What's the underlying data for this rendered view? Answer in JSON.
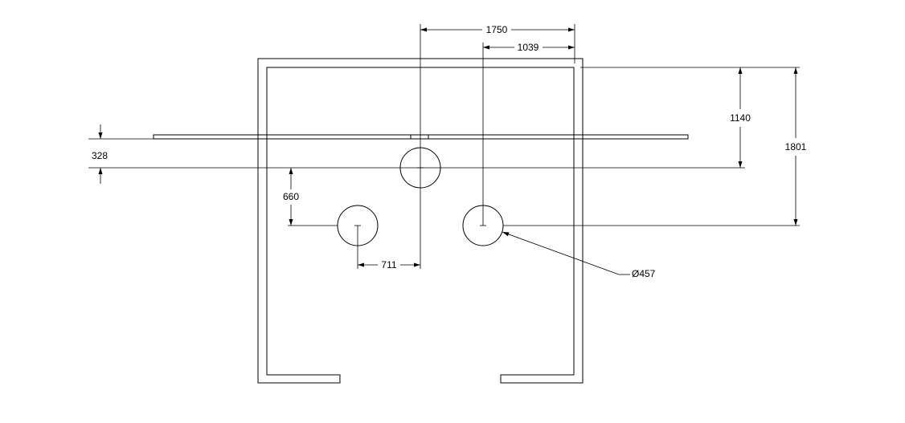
{
  "dimensions": {
    "top_width": "1750",
    "top_offset": "1039",
    "right_upper_height": "1140",
    "right_total_height": "1801",
    "left_offset": "328",
    "circle_vertical_offset": "660",
    "circle_horizontal_offset": "711",
    "hole_diameter": "Ø457"
  }
}
